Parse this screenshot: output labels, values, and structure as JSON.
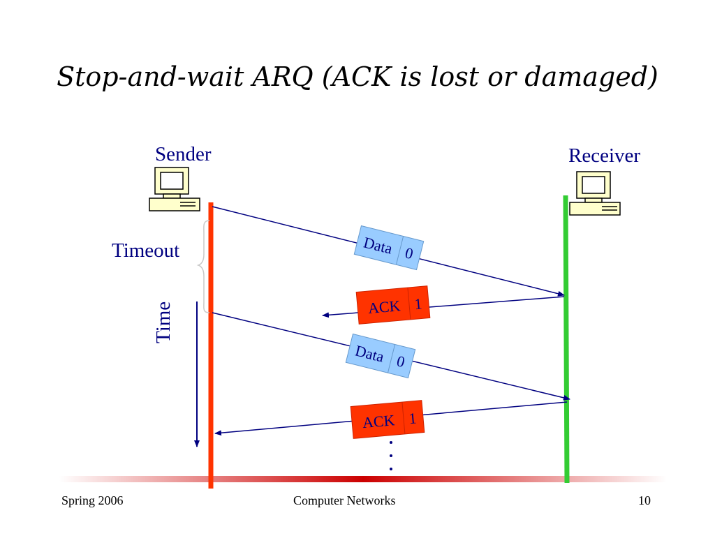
{
  "title": "Stop-and-wait ARQ (ACK is lost or damaged)",
  "sender_label": "Sender",
  "receiver_label": "Receiver",
  "timeout_label": "Timeout",
  "time_label": "Time",
  "frames": [
    {
      "label": "Data",
      "seq": "0",
      "kind": "data"
    },
    {
      "label": "ACK",
      "seq": "1",
      "kind": "ack"
    },
    {
      "label": "Data",
      "seq": "0",
      "kind": "data"
    },
    {
      "label": "ACK",
      "seq": "1",
      "kind": "ack"
    }
  ],
  "footer": {
    "left": "Spring 2006",
    "center": "Computer Networks",
    "right": "10"
  },
  "colors": {
    "sender_line": "#ff3300",
    "receiver_line": "#33cc33",
    "data_frame": "#99ccff",
    "ack_frame": "#ff3300",
    "arrow": "#000080",
    "text": "#000080"
  }
}
